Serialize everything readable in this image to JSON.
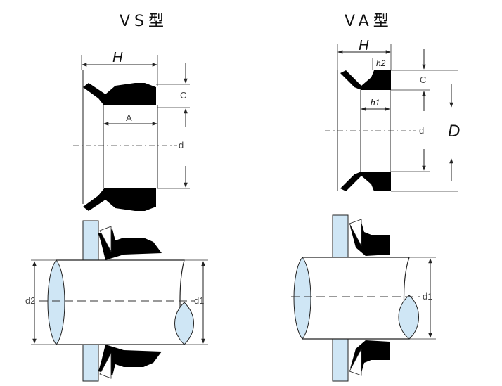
{
  "diagrams": {
    "vs": {
      "title": "VS型",
      "labels": {
        "H": "H",
        "C": "C",
        "A": "A",
        "d": "d",
        "d1": "d1",
        "d2": "d2"
      }
    },
    "va": {
      "title": "VA型",
      "labels": {
        "H": "H",
        "h2": "h2",
        "C": "C",
        "h1": "h1",
        "d": "d",
        "D": "D",
        "d1": "d1"
      }
    }
  },
  "colors": {
    "seal": "#000000",
    "housing": "#cfe6f5",
    "line": "#222222"
  }
}
